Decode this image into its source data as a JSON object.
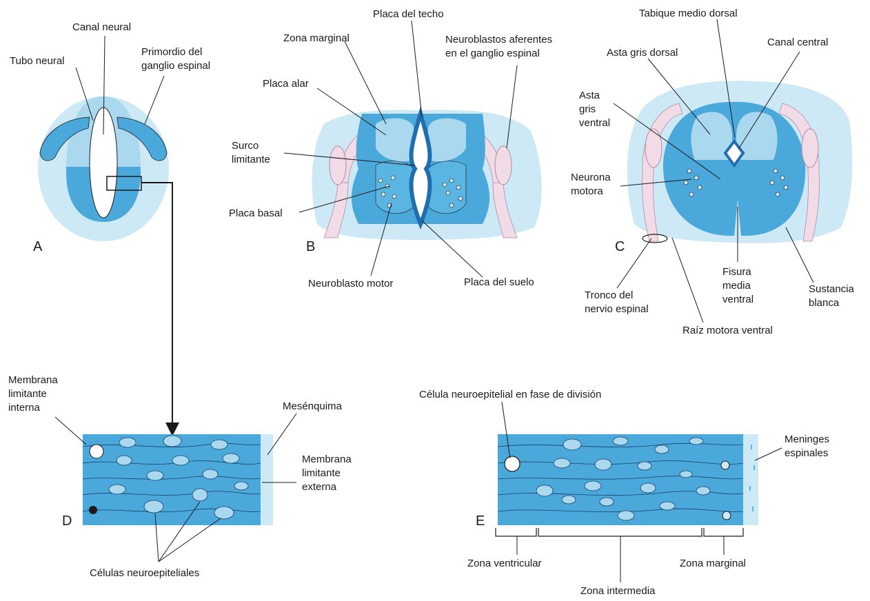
{
  "panels": {
    "A": "A",
    "B": "B",
    "C": "C",
    "D": "D",
    "E": "E"
  },
  "labels_A": {
    "canal_neural": "Canal neural",
    "tubo_neural": "Tubo neural",
    "primordio_1": "Primordio del",
    "primordio_2": "ganglio espinal"
  },
  "labels_B": {
    "placa_techo": "Placa del techo",
    "zona_marginal": "Zona marginal",
    "neuroblastos_1": "Neuroblastos aferentes",
    "neuroblastos_2": "en el ganglio espinal",
    "placa_alar": "Placa alar",
    "surco_1": "Surco",
    "surco_2": "limitante",
    "placa_basal": "Placa basal",
    "neuroblasto_motor": "Neuroblasto motor",
    "placa_suelo": "Placa del suelo"
  },
  "labels_C": {
    "tabique": "Tabique medio dorsal",
    "asta_dorsal": "Asta gris dorsal",
    "canal_central": "Canal central",
    "asta_ventral_1": "Asta",
    "asta_ventral_2": "gris",
    "asta_ventral_3": "ventral",
    "neurona_1": "Neurona",
    "neurona_2": "motora",
    "fisura_1": "Fisura",
    "fisura_2": "media",
    "fisura_3": "ventral",
    "sustancia_1": "Sustancia",
    "sustancia_2": "blanca",
    "tronco_1": "Tronco del",
    "tronco_2": "nervio espinal",
    "raiz": "Raíz motora ventral"
  },
  "labels_D": {
    "membrana_int_1": "Membrana",
    "membrana_int_2": "limitante",
    "membrana_int_3": "interna",
    "mesenquima": "Mesénquima",
    "membrana_ext_1": "Membrana",
    "membrana_ext_2": "limitante",
    "membrana_ext_3": "externa",
    "celulas": "Células neuroepiteliales"
  },
  "labels_E": {
    "celula_division": "Célula neuroepitelial en fase de división",
    "meninges_1": "Meninges",
    "meninges_2": "espinales",
    "zona_ventricular": "Zona ventricular",
    "zona_marginal": "Zona marginal",
    "zona_intermedia": "Zona intermedia"
  },
  "colors": {
    "light_blue": "#cde9f6",
    "pale_blue": "#a9d8ef",
    "mid_blue": "#5ab5e2",
    "tissue_blue": "#4aa8db",
    "dark_blue": "#1f6fb0",
    "nerve_pink": "#f1dbe7",
    "outline": "#1a1a1a"
  }
}
